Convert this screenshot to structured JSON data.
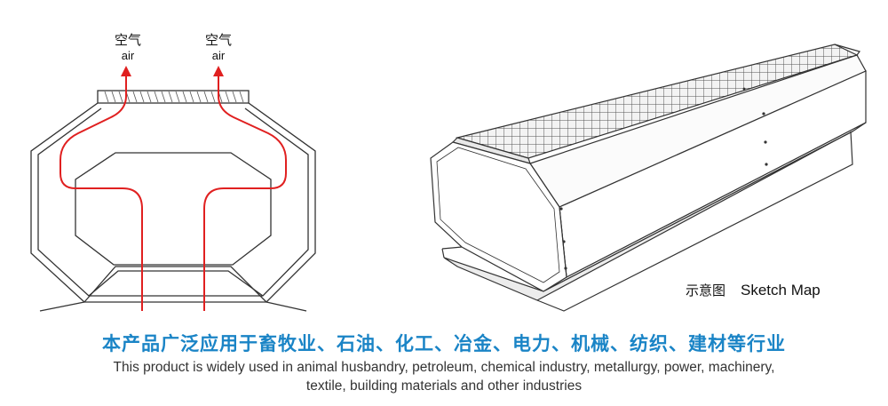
{
  "labels": {
    "air_cn": "空气",
    "air_en": "air"
  },
  "caption": {
    "cn": "示意图",
    "en": "Sketch Map"
  },
  "headline": "本产品广泛应用于畜牧业、石油、化工、冶金、电力、机械、纺织、建材等行业",
  "description": {
    "line1": "This product is widely used in animal husbandry, petroleum, chemical industry, metallurgy, power, machinery,",
    "line2": "textile, building materials and other industries"
  },
  "colors": {
    "airflow": "#e02020",
    "headline": "#1a84c6",
    "line": "#333333"
  }
}
